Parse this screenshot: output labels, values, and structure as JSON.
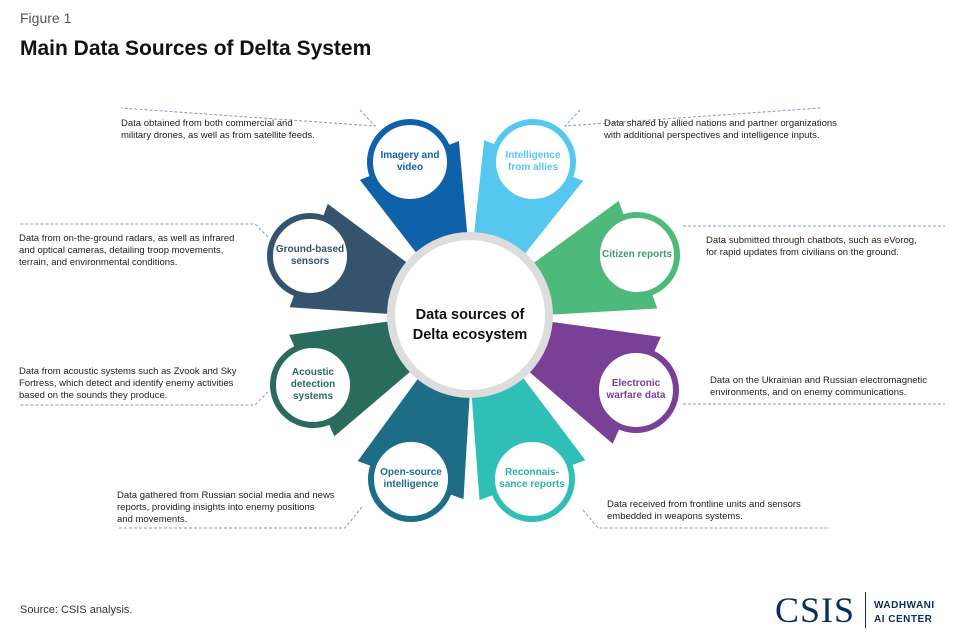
{
  "header": {
    "figure_label": "Figure 1",
    "title": "Main Data Sources of Delta System"
  },
  "center": {
    "line1": "Data sources of",
    "line2": "Delta ecosystem"
  },
  "sources": [
    {
      "id": "imagery",
      "label": [
        "Imagery and",
        "video"
      ],
      "color": "#0f62a9",
      "label_color": "#0f62a9",
      "description": [
        "Data obtained from both commercial and",
        "military drones, as well as from satellite feeds."
      ]
    },
    {
      "id": "allies",
      "label": [
        "Intelligence",
        "from allies"
      ],
      "color": "#56c8ef",
      "label_color": "#56c8ef",
      "description": [
        "Data shared by allied nations and partner organizations",
        "with additional perspectives and intelligence inputs."
      ]
    },
    {
      "id": "citizen",
      "label": [
        "Citizen reports"
      ],
      "color": "#4db97a",
      "label_color": "#3f9e62",
      "description": [
        "Data submitted through chatbots, such as eVorog,",
        "for rapid updates from civilians on the ground."
      ]
    },
    {
      "id": "ew",
      "label": [
        "Electronic",
        "warfare data"
      ],
      "color": "#7a3f97",
      "label_color": "#7a3f97",
      "description": [
        "Data on the Ukrainian and Russian electromagnetic",
        "environments, and on enemy communications."
      ]
    },
    {
      "id": "recon",
      "label": [
        "Reconnais-",
        "sance reports"
      ],
      "color": "#2fbfb7",
      "label_color": "#2bb0aa",
      "description": [
        "Data received from frontline units and sensors",
        "embedded in weapons systems."
      ]
    },
    {
      "id": "osint",
      "label": [
        "Open-source",
        "intelligence"
      ],
      "color": "#1d6d87",
      "label_color": "#1d6d87",
      "description": [
        "Data gathered from Russian social media and news",
        "reports, providing insights into enemy positions",
        "and movements."
      ]
    },
    {
      "id": "acoustic",
      "label": [
        "Acoustic",
        "detection",
        "systems"
      ],
      "color": "#2a6b5e",
      "label_color": "#2a6b5e",
      "description": [
        "Data from acoustic systems such as Zvook and Sky",
        "Fortress, which detect and identify enemy activities",
        "based on the sounds they produce."
      ]
    },
    {
      "id": "ground",
      "label": [
        "Ground-based",
        "sensors"
      ],
      "color": "#35536c",
      "label_color": "#35536c",
      "description": [
        "Data from on-the-ground radars, as well as infrared",
        "and optical cameras, detailing troop movements,",
        "terrain, and environmental conditions."
      ]
    }
  ],
  "footer": {
    "source": "Source: CSIS analysis.",
    "logo_text": "CSIS",
    "logo_sub_line1": "WADHWANI",
    "logo_sub_line2": "AI CENTER"
  },
  "colors": {
    "center_ring": "#dddddd",
    "connector": "#7f9fb8"
  }
}
